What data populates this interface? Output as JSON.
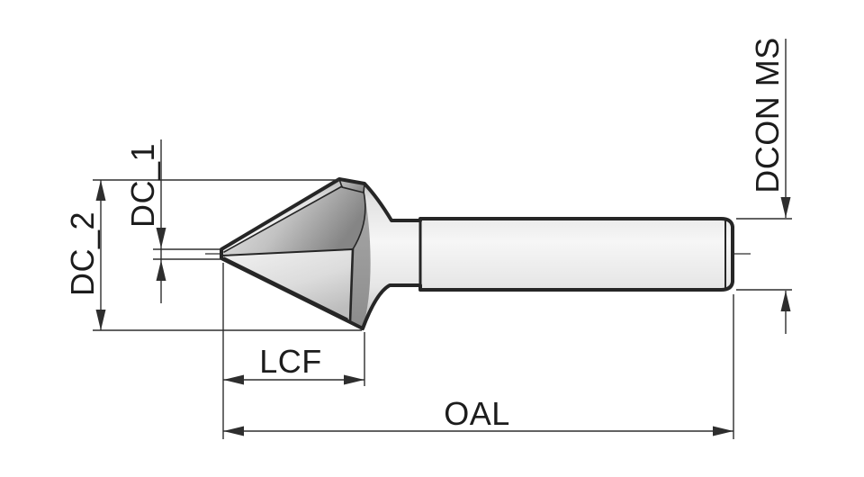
{
  "drawing": {
    "type": "technical-dimension-drawing",
    "subject": "countersink-tool-side-view"
  },
  "labels": {
    "dc_2": "DC_2",
    "dc_1": "DC_1",
    "lcf": "LCF",
    "oal": "OAL",
    "dcon_ms": "DCON MS"
  },
  "colors": {
    "background": "#ffffff",
    "outline": "#262626",
    "dimension_line": "#2e2e2e",
    "label_text": "#1c1c1c"
  }
}
